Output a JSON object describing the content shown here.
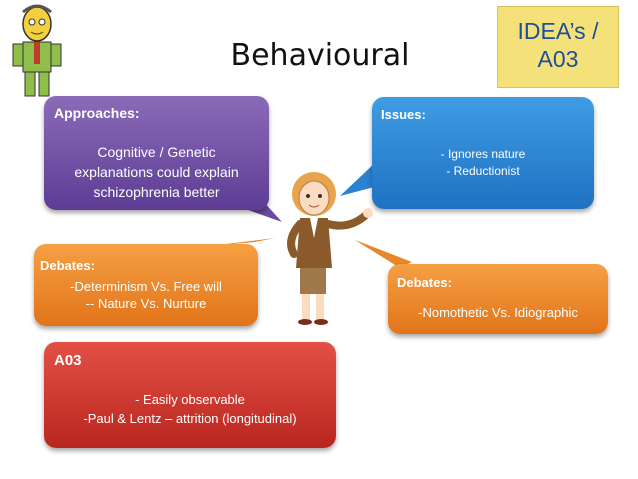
{
  "title": "Behavioural",
  "idea_badge": {
    "line1": "IDEA’s /",
    "line2": "A03"
  },
  "approaches": {
    "heading": "Approaches:",
    "line1": "Cognitive / Genetic",
    "line2": "explanations could explain",
    "line3": "schizophrenia better"
  },
  "issues": {
    "heading": "Issues:",
    "line1": "- Ignores nature",
    "line2": "- Reductionist"
  },
  "debates_left": {
    "heading": "Debates:",
    "line1": "-Determinism Vs. Free will",
    "line2": "-- Nature Vs. Nurture"
  },
  "debates_right": {
    "heading": "Debates:",
    "line1": "-Nomothetic Vs. Idiographic"
  },
  "a03": {
    "heading": "A03",
    "line1": "- Easily observable",
    "line2": "-Paul & Lentz – attrition (longitudinal)"
  }
}
